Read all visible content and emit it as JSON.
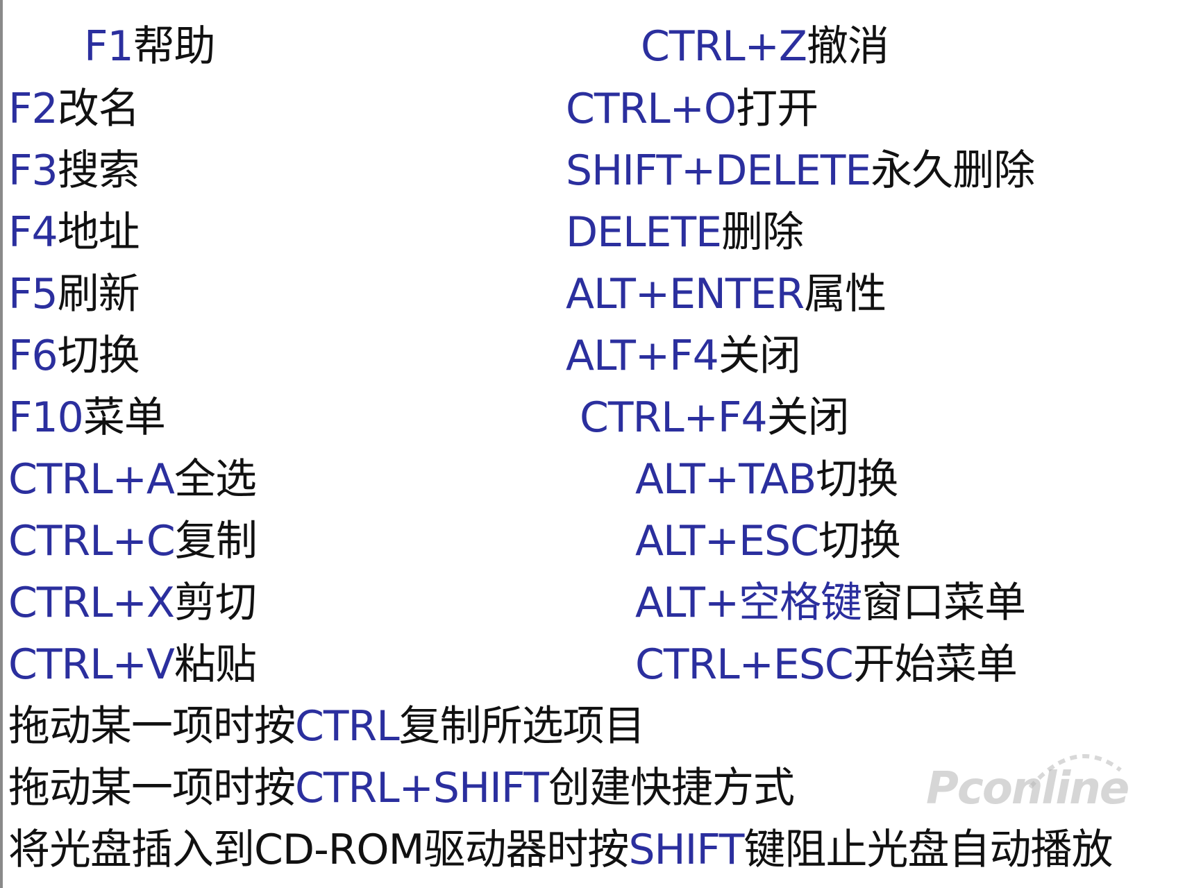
{
  "colors": {
    "key": "#2b2f9e",
    "text": "#111111",
    "background": "#ffffff"
  },
  "left_column": [
    {
      "key": "F1",
      "desc": "帮助"
    },
    {
      "key": "F2",
      "desc": "改名"
    },
    {
      "key": "F3",
      "desc": "搜索"
    },
    {
      "key": "F4",
      "desc": "地址"
    },
    {
      "key": "F5",
      "desc": "刷新"
    },
    {
      "key": "F6",
      "desc": "切换"
    },
    {
      "key": "F10",
      "desc": "菜单"
    },
    {
      "key": "CTRL+A",
      "desc": "全选"
    },
    {
      "key": "CTRL+C",
      "desc": "复制"
    },
    {
      "key": "CTRL+X",
      "desc": "剪切"
    },
    {
      "key": "CTRL+V",
      "desc": "粘贴"
    }
  ],
  "right_column": [
    {
      "key": "CTRL+Z",
      "desc": "撤消"
    },
    {
      "key": "CTRL+O",
      "desc": "打开"
    },
    {
      "key": "SHIFT+DELETE",
      "desc": "永久删除"
    },
    {
      "key": "DELETE",
      "desc": "删除"
    },
    {
      "key": "ALT+ENTER",
      "desc": "属性"
    },
    {
      "key": "ALT+F4",
      "desc": "关闭"
    },
    {
      "key": "CTRL+F4",
      "desc": "关闭"
    },
    {
      "key": "ALT+TAB",
      "desc": "切换"
    },
    {
      "key": "ALT+ESC",
      "desc": "切换"
    },
    {
      "key": "ALT+空格键",
      "desc": "窗口菜单"
    },
    {
      "key": "CTRL+ESC",
      "desc": "开始菜单"
    }
  ],
  "wide_lines": [
    {
      "pre": "拖动某一项时按",
      "key": "CTRL",
      "post": "复制所选项目"
    },
    {
      "pre": "拖动某一项时按",
      "key": "CTRL+SHIFT",
      "post": "创建快捷方式"
    },
    {
      "pre": "将光盘插入到CD-ROM驱动器时按",
      "key": "SHIFT",
      "post": "键阻止光盘自动播放"
    }
  ],
  "watermark": {
    "brand": "Pconline"
  }
}
